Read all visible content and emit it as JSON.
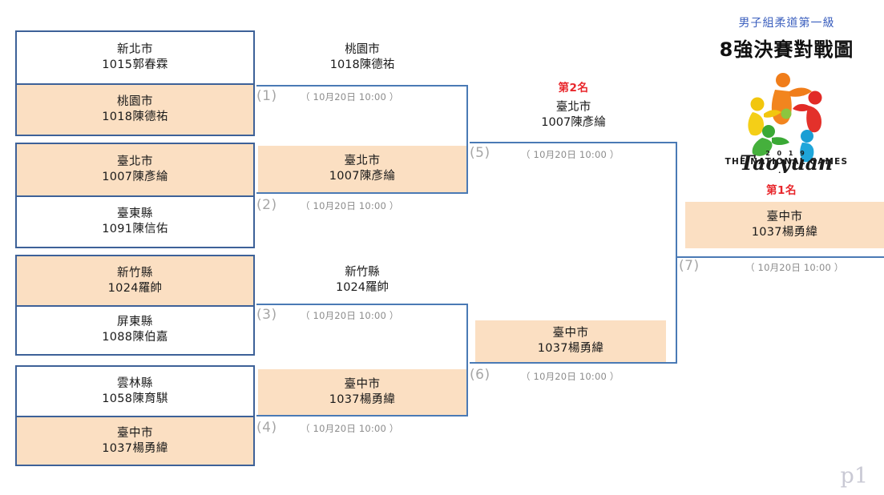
{
  "header": {
    "subtitle": "男子組柔道第一級",
    "title": "8強決賽對戰圖",
    "logo_year": "2 0 1 9",
    "logo_name": "Taoyuan",
    "logo_caption": "THE NATIONAL GAMES"
  },
  "page_number": "p1",
  "labels": {
    "rank1": "第1名",
    "rank2": "第2名"
  },
  "colors": {
    "border": "#3d6198",
    "connector": "#4a7ab5",
    "winner_fill": "#fbdfc2",
    "rank_red": "#e8262b",
    "subtitle_blue": "#3b5fbe",
    "match_number_gray": "#a6a6a6"
  },
  "round1": {
    "matches": [
      {
        "number": "(1)",
        "date": "（ 10月20日 10:00 ）",
        "competitors": [
          {
            "team": "新北市",
            "athlete": "1015郭春霖",
            "winner": false
          },
          {
            "team": "桃園市",
            "athlete": "1018陳德祐",
            "winner": true
          }
        ]
      },
      {
        "number": "(2)",
        "date": "（ 10月20日 10:00 ）",
        "competitors": [
          {
            "team": "臺北市",
            "athlete": "1007陳彥綸",
            "winner": true
          },
          {
            "team": "臺東縣",
            "athlete": "1091陳信佑",
            "winner": false
          }
        ]
      },
      {
        "number": "(3)",
        "date": "（ 10月20日 10:00 ）",
        "competitors": [
          {
            "team": "新竹縣",
            "athlete": "1024羅帥",
            "winner": true
          },
          {
            "team": "屏東縣",
            "athlete": "1088陳伯嘉",
            "winner": false
          }
        ]
      },
      {
        "number": "(4)",
        "date": "（ 10月20日 10:00 ）",
        "competitors": [
          {
            "team": "雲林縣",
            "athlete": "1058陳育騏",
            "winner": false
          },
          {
            "team": "臺中市",
            "athlete": "1037楊勇緯",
            "winner": true
          }
        ]
      }
    ]
  },
  "round2": {
    "matches": [
      {
        "number": "(5)",
        "date": "（ 10月20日 10:00 ）",
        "competitors": [
          {
            "team": "桃園市",
            "athlete": "1018陳德祐",
            "winner": false
          },
          {
            "team": "臺北市",
            "athlete": "1007陳彥綸",
            "winner": true
          }
        ]
      },
      {
        "number": "(6)",
        "date": "（ 10月20日 10:00 ）",
        "competitors": [
          {
            "team": "新竹縣",
            "athlete": "1024羅帥",
            "winner": false
          },
          {
            "team": "臺中市",
            "athlete": "1037楊勇緯",
            "winner": true
          }
        ]
      }
    ]
  },
  "round3": {
    "matches": [
      {
        "number": "(7)",
        "date": "（ 10月20日 10:00 ）",
        "competitors": [
          {
            "team": "臺北市",
            "athlete": "1007陳彥綸",
            "winner": false
          },
          {
            "team": "臺中市",
            "athlete": "1037楊勇緯",
            "winner": true
          }
        ]
      }
    ]
  }
}
